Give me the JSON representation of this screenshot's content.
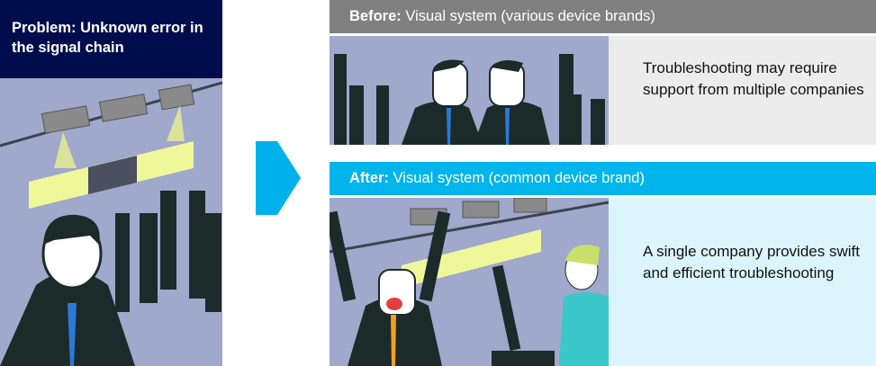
{
  "problem": {
    "title": "Problem: Unknown error in the signal chain"
  },
  "before": {
    "label": "Before:",
    "title": "Visual system (various device brands)",
    "description": "Troubleshooting may require support from multiple companies"
  },
  "after": {
    "label": "After:",
    "title": "Visual system (common device brand)",
    "description": "A single company provides swift and efficient troubleshooting"
  },
  "colors": {
    "navy": "#000d4d",
    "cyan": "#00b4ec",
    "gray": "#808080",
    "illustration_bg": "#a0a8cc"
  }
}
